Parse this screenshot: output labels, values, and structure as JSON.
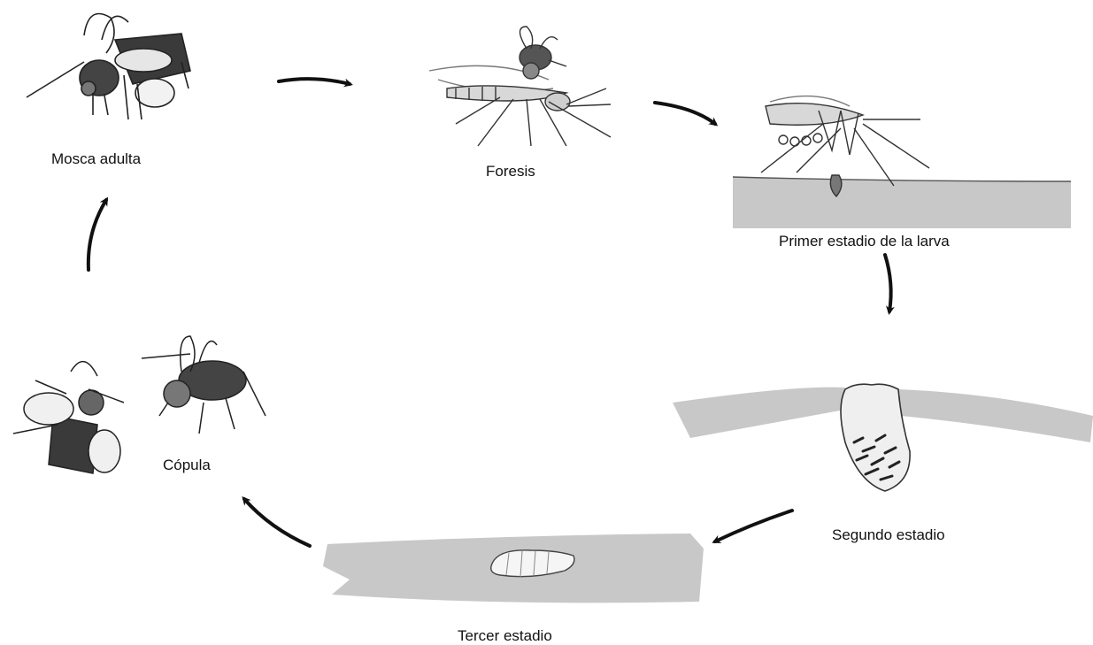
{
  "stages": [
    {
      "id": "adult",
      "label": "Mosca adulta"
    },
    {
      "id": "phoresy",
      "label": "Foresis"
    },
    {
      "id": "larva1",
      "label": "Primer estadio de la larva"
    },
    {
      "id": "larva2",
      "label": "Segundo estadio"
    },
    {
      "id": "larva3",
      "label": "Tercer estadio"
    },
    {
      "id": "mating",
      "label": "Cópula"
    }
  ],
  "colors": {
    "ink": "#111111",
    "skin": "#c8c8c8",
    "fly_dark": "#3a3a3a",
    "wing": "#e6e6e6"
  }
}
